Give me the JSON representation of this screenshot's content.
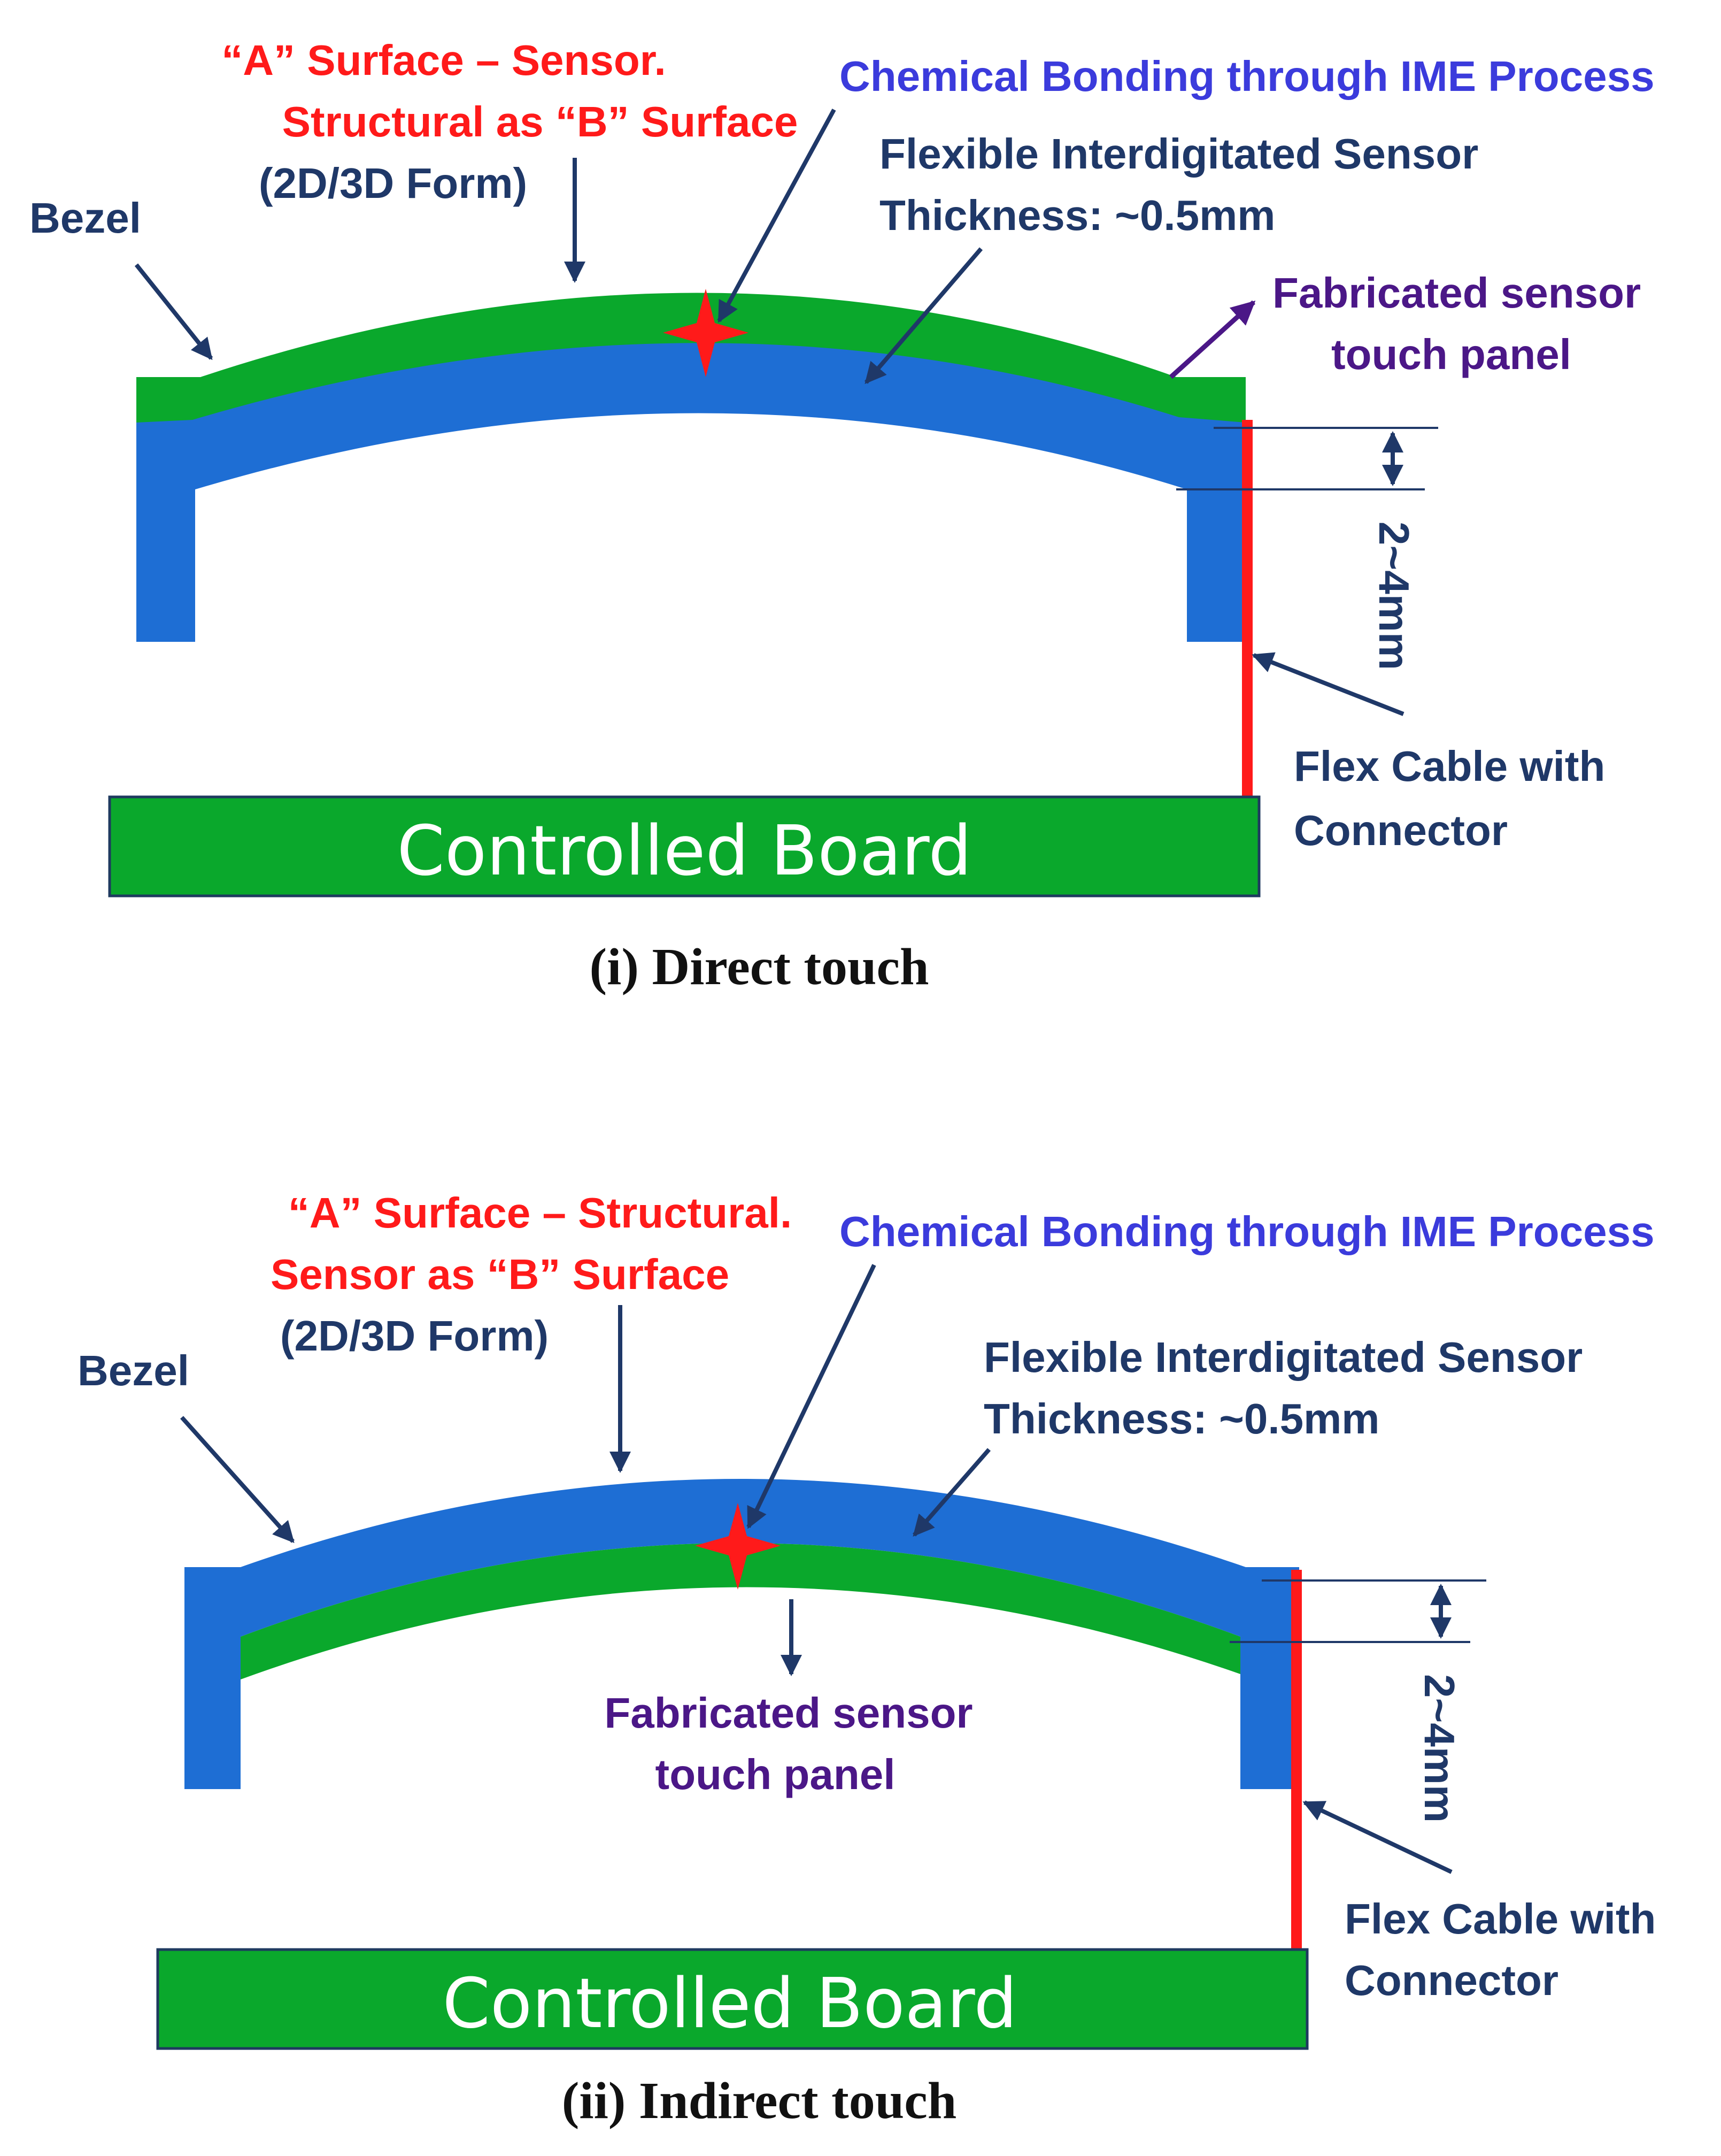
{
  "colors": {
    "green": "#0aa82c",
    "blue": "#1e6ed4",
    "red_cable": "#ff1a1a",
    "red_text": "#ff1a1a",
    "blue_text": "#3b3bdc",
    "navy_text": "#1f3868",
    "purple_text": "#4b1787"
  },
  "direct": {
    "a_surface_line1": "“A” Surface – Sensor.",
    "a_surface_line2": "Structural as “B” Surface",
    "form": "(2D/3D Form)",
    "bezel": "Bezel",
    "chemical_bonding": "Chemical Bonding through IME Process",
    "sensor_line1": "Flexible Interdigitated Sensor",
    "sensor_line2": "Thickness: ~0.5mm",
    "panel_line1": "Fabricated sensor",
    "panel_line2": "touch panel",
    "dimension": "2~4mm",
    "flex_line1": "Flex Cable with",
    "flex_line2": "Connector",
    "board": "Controlled Board",
    "caption": "(i) Direct touch"
  },
  "indirect": {
    "a_surface_line1": "“A” Surface – Structural.",
    "a_surface_line2": "Sensor as “B” Surface",
    "form": "(2D/3D Form)",
    "bezel": "Bezel",
    "chemical_bonding": "Chemical Bonding through IME Process",
    "sensor_line1": "Flexible Interdigitated Sensor",
    "sensor_line2": "Thickness: ~0.5mm",
    "panel_line1": "Fabricated sensor",
    "panel_line2": "touch panel",
    "dimension": "2~4mm",
    "flex_line1": "Flex Cable with",
    "flex_line2": "Connector",
    "board": "Controlled Board",
    "caption": "(ii) Indirect touch"
  }
}
